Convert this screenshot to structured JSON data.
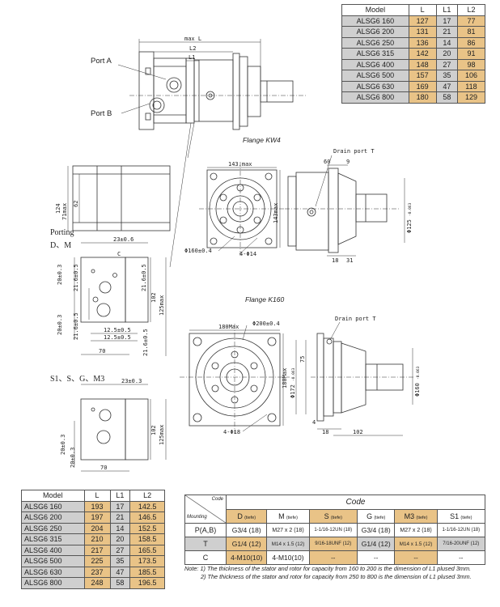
{
  "colors": {
    "orange": "#e9c387",
    "grey": "#cfcfcf",
    "line": "#333333"
  },
  "table_top": {
    "headers": [
      "Model",
      "L",
      "L1",
      "L2"
    ],
    "rows": [
      [
        "ALSG6 160",
        "127",
        "17",
        "77"
      ],
      [
        "ALSG6 200",
        "131",
        "21",
        "81"
      ],
      [
        "ALSG6 250",
        "136",
        "14",
        "86"
      ],
      [
        "ALSG6 315",
        "142",
        "20",
        "91"
      ],
      [
        "ALSG6 400",
        "148",
        "27",
        "98"
      ],
      [
        "ALSG6 500",
        "157",
        "35",
        "106"
      ],
      [
        "ALSG6 630",
        "169",
        "47",
        "118"
      ],
      [
        "ALSG6 800",
        "180",
        "58",
        "129"
      ]
    ]
  },
  "table_bottom": {
    "headers": [
      "Model",
      "L",
      "L1",
      "L2"
    ],
    "rows": [
      [
        "ALSG6 160",
        "193",
        "17",
        "142.5"
      ],
      [
        "ALSG6 200",
        "197",
        "21",
        "146.5"
      ],
      [
        "ALSG6 250",
        "204",
        "14",
        "152.5"
      ],
      [
        "ALSG6 315",
        "210",
        "20",
        "158.5"
      ],
      [
        "ALSG6 400",
        "217",
        "27",
        "165.5"
      ],
      [
        "ALSG6 500",
        "225",
        "35",
        "173.5"
      ],
      [
        "ALSG6 630",
        "237",
        "47",
        "185.5"
      ],
      [
        "ALSG6 800",
        "248",
        "58",
        "196.5"
      ]
    ]
  },
  "code_table": {
    "corner_top": "Code",
    "corner_bottom": "Mounting",
    "title": "Code",
    "columns": [
      {
        "code": "D",
        "tiefe": "(tiefe)"
      },
      {
        "code": "M",
        "tiefe": "(tiefe)"
      },
      {
        "code": "S",
        "tiefe": "(tiefe)"
      },
      {
        "code": "G",
        "tiefe": "(tiefe)"
      },
      {
        "code": "M3",
        "tiefe": "(tiefe)"
      },
      {
        "code": "S1",
        "tiefe": "(tiefe)"
      }
    ],
    "rows": [
      {
        "label": "P(A,B)",
        "cells": [
          "G3/4  (18)",
          "M27 x 2 (18)",
          "1-1/16-12UN (18)",
          "G3/4  (18)",
          "M27 x 2 (18)",
          "1-1/16-12UN (18)"
        ]
      },
      {
        "label": "T",
        "cells": [
          "G1/4  (12)",
          "M14 x 1.5 (12)",
          "9/16-18UNF (12)",
          "G1/4  (12)",
          "M14 x 1.5 (12)",
          "7/16-20UNF (12)"
        ]
      },
      {
        "label": "C",
        "cells": [
          "4-M10(10)",
          "4-M10(10)",
          "--",
          "--",
          "--",
          "--"
        ]
      }
    ]
  },
  "note": {
    "line1": "Note: 1) The thickness of the stator and rotor for capacity from 160 to 200 is the dimension of L1 plused 3mm.",
    "line2": "2) The thickness of the stator and rotor for capacity from 250 to 800 is the dimension of L1 plused 3mm."
  },
  "drawing": {
    "port_a": "Port A",
    "port_b": "Port B",
    "max_l": "max L",
    "l2": "L2",
    "l1": "L1",
    "flange_kw4": "Flange KW4",
    "flange_k160": "Flange K160",
    "drain_port_1": "Drain port T",
    "drain_port_2": "Drain port T",
    "porting": "Porting",
    "porting_dm": "D、M",
    "porting_s": "S1、S、G、M3",
    "d_124": "124",
    "d_71max": "71max",
    "d_62": "62",
    "d_23_06": "23±0.6",
    "d_c": "C",
    "d_216_a": "21.6±0.5",
    "d_216_b": "21.6±0.5",
    "d_216_c": "21.6±0.5",
    "d_216_d": "21.6±0.5",
    "d_20_03a": "20±0.3",
    "d_20_03b": "20±0.3",
    "d_125_05a": "12.5±0.5",
    "d_125_05b": "12.5±0.5",
    "d_70a": "70",
    "d_102a": "102",
    "d_125max_a": "125max",
    "d_23_03": "23±0.3",
    "d_20_03c": "20±0.3",
    "d_20_03d": "20±0.3",
    "d_70b": "70",
    "d_102b": "102",
    "d_125max_b": "125max",
    "d_143max_h": "143.max",
    "d_143max_v": "143max",
    "d_160": "Φ160±0.4",
    "d_4_14": "4-Φ14",
    "d_60": "60",
    "d_9": "9",
    "d_18a": "18",
    "d_31": "31",
    "d_125f": "Φ125",
    "d_125f_tol": "-0.063",
    "d_180max_h": "180Max",
    "d_200": "Φ200±0.4",
    "d_180max_v": "180Max",
    "d_75": "75",
    "d_172": "Φ172",
    "d_172_tol": "-0.063",
    "d_4_18": "4-Φ18",
    "d_4": "4",
    "d_18b": "18",
    "d_102c": "102",
    "d_160f": "Φ160",
    "d_160f_tol": "-0.063"
  }
}
